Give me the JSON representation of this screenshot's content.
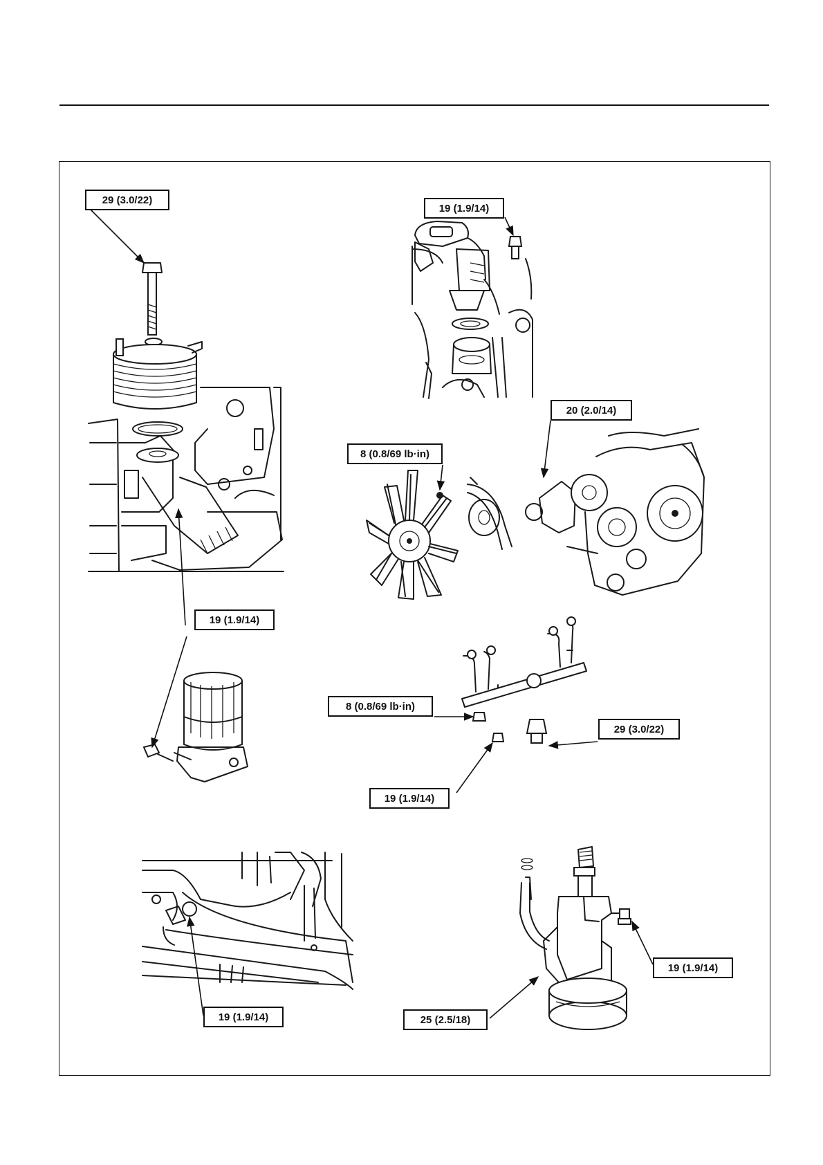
{
  "labels": {
    "oil_cooler_bolt": "29 (3.0/22)",
    "oil_cooler_body": "19 (1.9/14)",
    "thermostat_bolt": "19 (1.9/14)",
    "water_pump_bolt": "20 (2.0/14)",
    "fan_nut": "8 (0.8/69 lb·in)",
    "jet_screw": "8 (0.8/69 lb·in)",
    "jet_relief_bolt": "29 (3.0/22)",
    "jet_bolt": "19 (1.9/14)",
    "pipe_clamp_bolt": "19 (1.9/14)",
    "oil_pump_pipe": "25 (2.5/18)",
    "oil_pump_bolt": "19 (1.9/14)"
  }
}
